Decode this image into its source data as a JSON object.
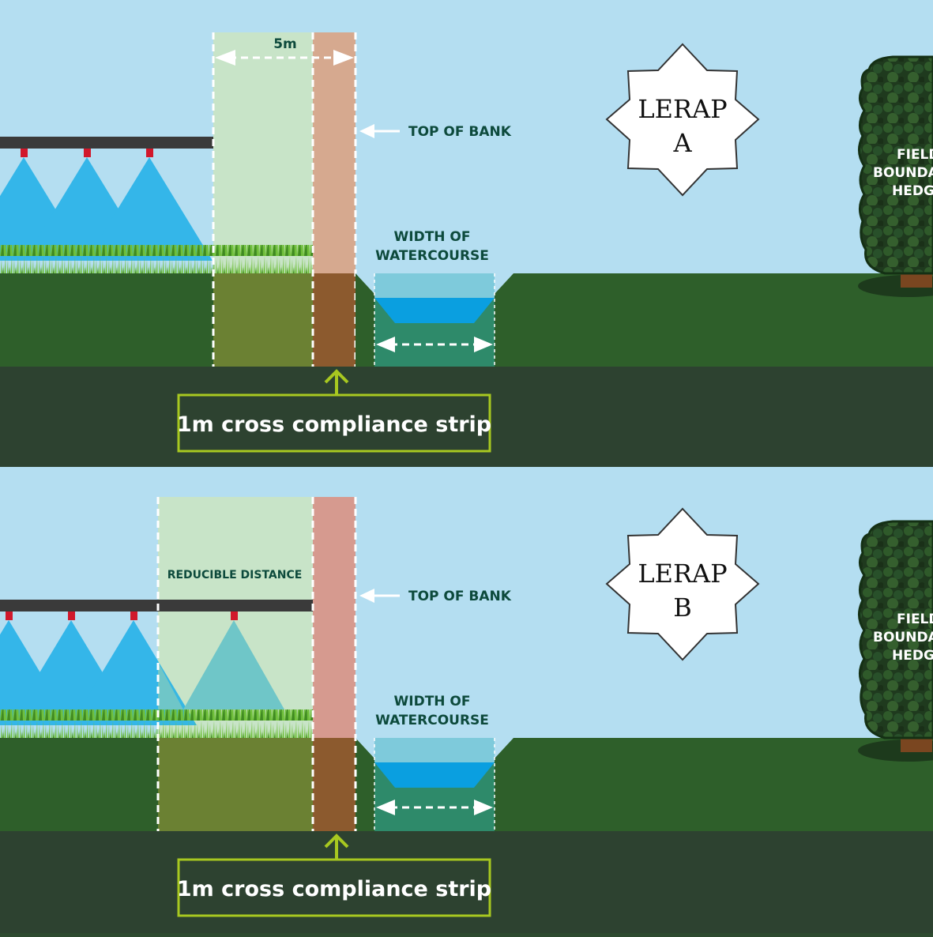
{
  "panels": [
    {
      "id": "a",
      "distance_label": "5m",
      "top_of_bank_label": "TOP OF BANK",
      "watercourse_label_line1": "WIDTH OF",
      "watercourse_label_line2": "WATERCOURSE",
      "strip_label": "1m cross compliance strip",
      "lerap_line1": "LERAP",
      "lerap_line2": "A",
      "hedge_line1": "FIELD",
      "hedge_line2": "BOUNDARY",
      "hedge_line3": "HEDGE"
    },
    {
      "id": "b",
      "reducible_label": "REDUCIBLE DISTANCE",
      "top_of_bank_label": "TOP OF BANK",
      "watercourse_label_line1": "WIDTH OF",
      "watercourse_label_line2": "WATERCOURSE",
      "strip_label": "1m cross compliance strip",
      "lerap_line1": "LERAP",
      "lerap_line2": "B",
      "hedge_line1": "FIELD",
      "hedge_line2": "BOUNDARY",
      "hedge_line3": "HEDGE"
    }
  ],
  "colors": {
    "sky": "#b4def1",
    "ground": "#2e5f2a",
    "soil_band": "#2d4230",
    "buffer_strip": "#c8e4c8",
    "bank_light": "#d6a98f",
    "bank_dark": "#8c5a2e",
    "spray": "#1eb0e8",
    "water": "#0a9fe0",
    "accent_green": "#a8c820"
  }
}
